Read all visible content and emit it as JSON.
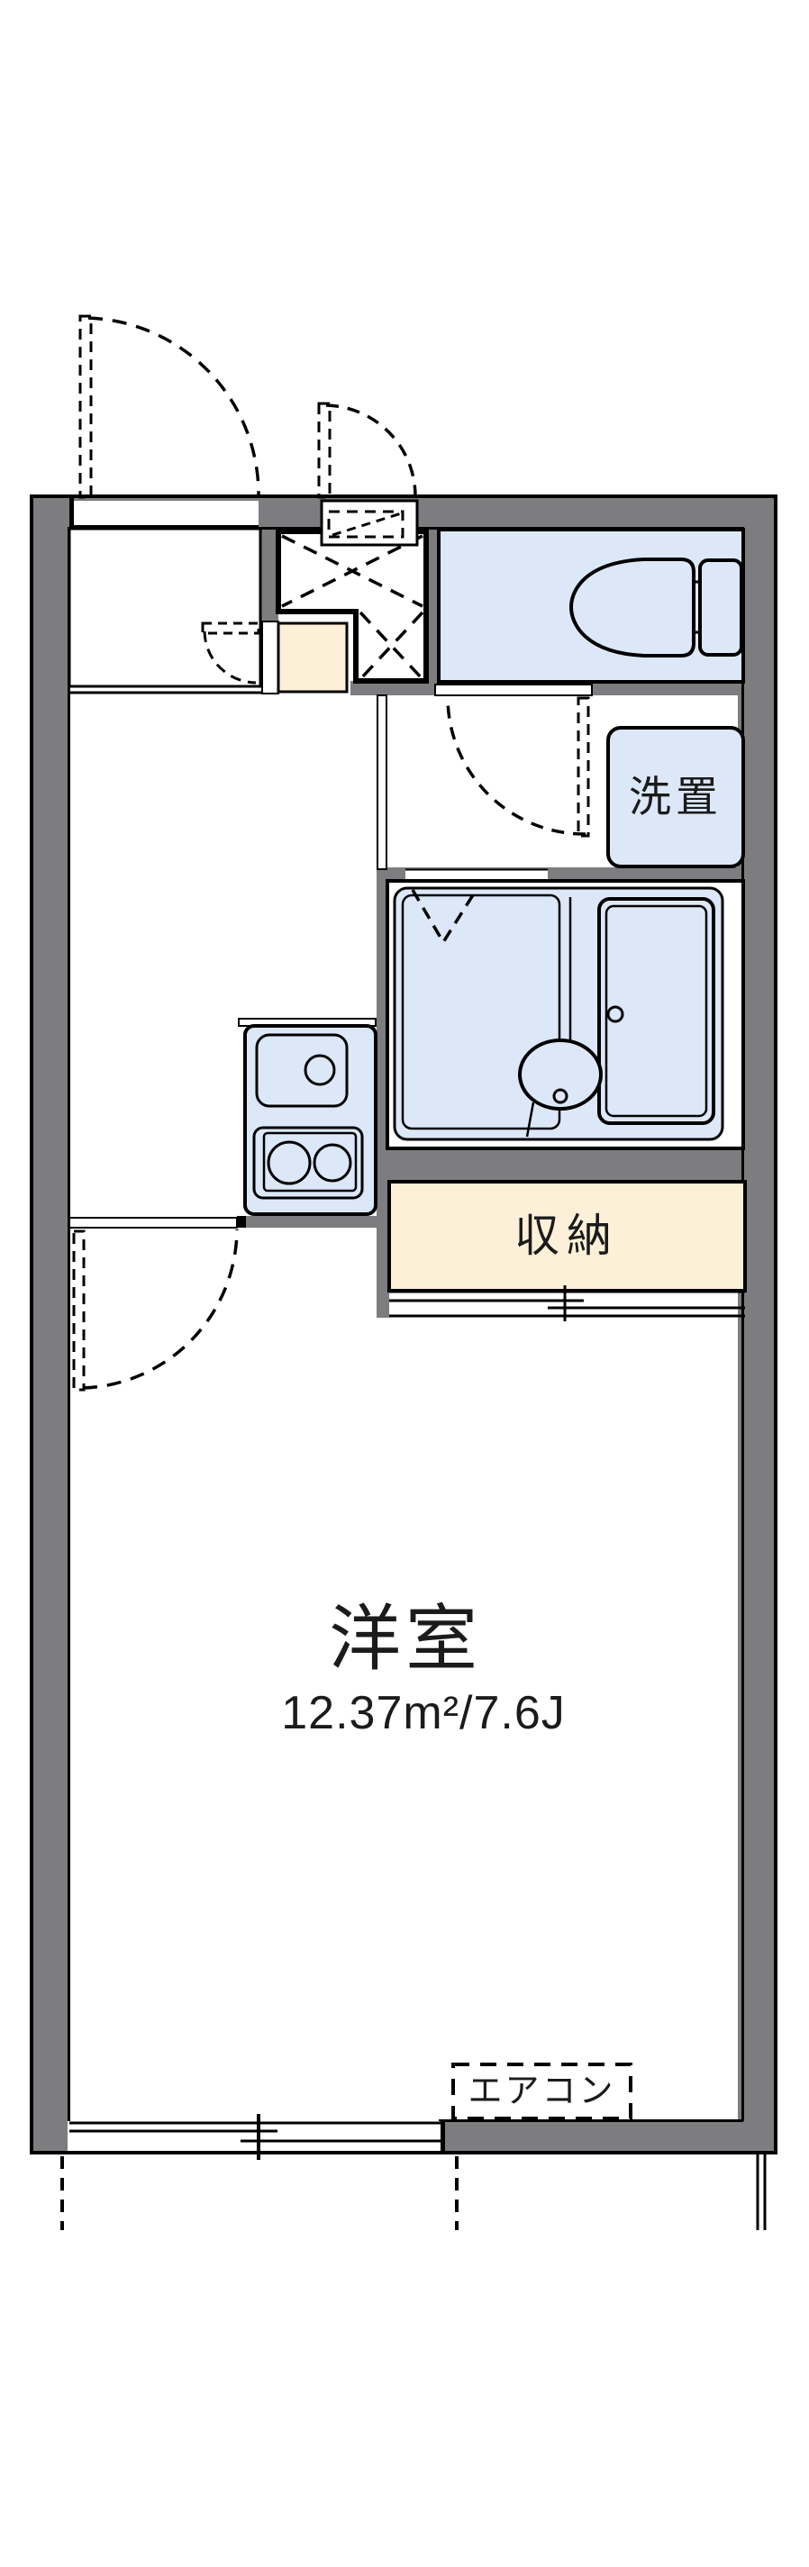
{
  "floorplan": {
    "labels": {
      "main_room": "洋室",
      "main_room_area": "12.37m²/7.6J",
      "storage": "収納",
      "washer_place": "洗置",
      "air_conditioner": "エアコン"
    },
    "colors": {
      "wall_gray": "#7d7d80",
      "line_black": "#000000",
      "wet_area_blue": "#dce8f8",
      "storage_cream": "#fdf0d8",
      "background": "#ffffff"
    },
    "fixtures": [
      "toilet-icon",
      "bathtub-icon",
      "washbasin-icon",
      "shower-area",
      "kitchen-sink-icon",
      "cooktop-icon",
      "washing-machine-space",
      "entry-door-arc",
      "genkan-door-arc",
      "hall-door-arc",
      "washroom-door-arc",
      "room-door-arc",
      "bathroom-folding-door",
      "entrance-cross-hatch",
      "sliding-door-symbol",
      "sliding-window-symbol",
      "balcony-boundary"
    ]
  }
}
